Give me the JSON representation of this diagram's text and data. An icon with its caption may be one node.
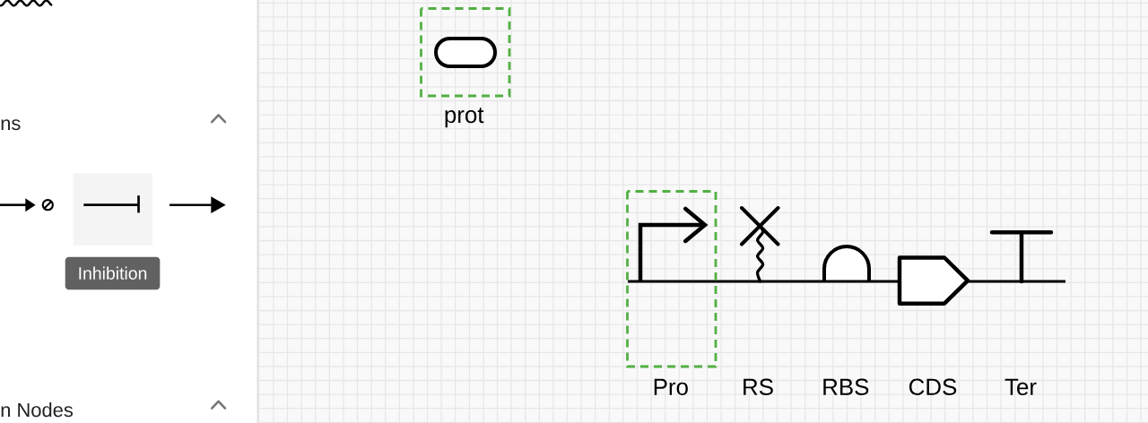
{
  "diagram": {
    "nodes": [
      {
        "text": [
          "prot"
        ]
      },
      {
        "text": [
          "Pro"
        ]
      },
      {
        "text": [
          "RS"
        ]
      },
      {
        "text": [
          "RBS"
        ]
      },
      {
        "text": [
          "CDS"
        ]
      },
      {
        "text": [
          "Ter"
        ]
      }
    ],
    "labels": [
      "ns",
      "Inhibition",
      "n Nodes"
    ]
  }
}
